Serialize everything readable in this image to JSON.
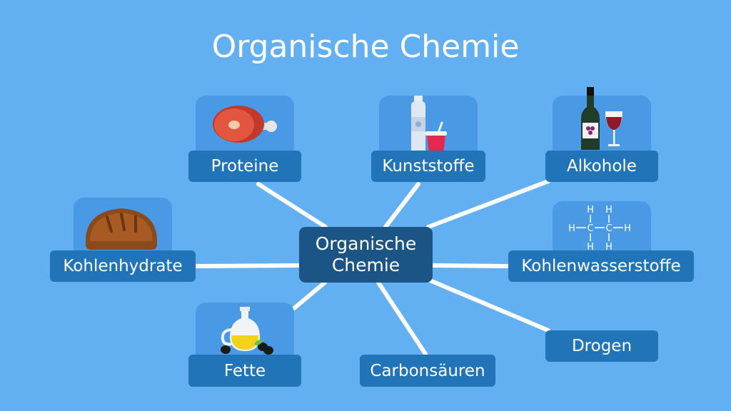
{
  "title": "Organische Chemie",
  "center": {
    "line1": "Organische",
    "line2": "Chemie"
  },
  "nodes": {
    "proteine": "Proteine",
    "kunststoffe": "Kunststoffe",
    "alkohole": "Alkohole",
    "kohlenhydrate": "Kohlenhydrate",
    "kohlenwasserstoffe": "Kohlenwasserstoffe",
    "fette": "Fette",
    "carbonsaeuren": "Carbonsäuren",
    "drogen": "Drogen"
  },
  "formula": {
    "h": "H",
    "c": "C"
  },
  "colors": {
    "background": "#62b0f2",
    "tile": "#4a99e4",
    "label": "#2274b8",
    "center": "#1a5586",
    "lines": "#ffffff"
  }
}
